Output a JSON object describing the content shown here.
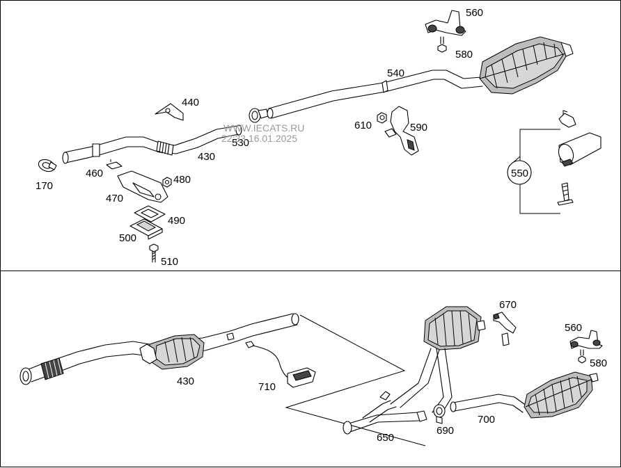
{
  "watermark": {
    "site": "WWW.IECATS.RU",
    "timestamp": "22:33 16.01.2025"
  },
  "top_panel": {
    "labels": {
      "p170": "170",
      "p430": "430",
      "p440": "440",
      "p460": "460",
      "p470": "470",
      "p480": "480",
      "p490": "490",
      "p500": "500",
      "p510": "510",
      "p530": "530",
      "p540": "540",
      "p550": "550",
      "p560": "560",
      "p580": "580",
      "p590": "590",
      "p610": "610"
    }
  },
  "bottom_panel": {
    "labels": {
      "p430": "430",
      "p560": "560",
      "p580": "580",
      "p650": "650",
      "p670": "670",
      "p690": "690",
      "p700": "700",
      "p710": "710"
    }
  }
}
